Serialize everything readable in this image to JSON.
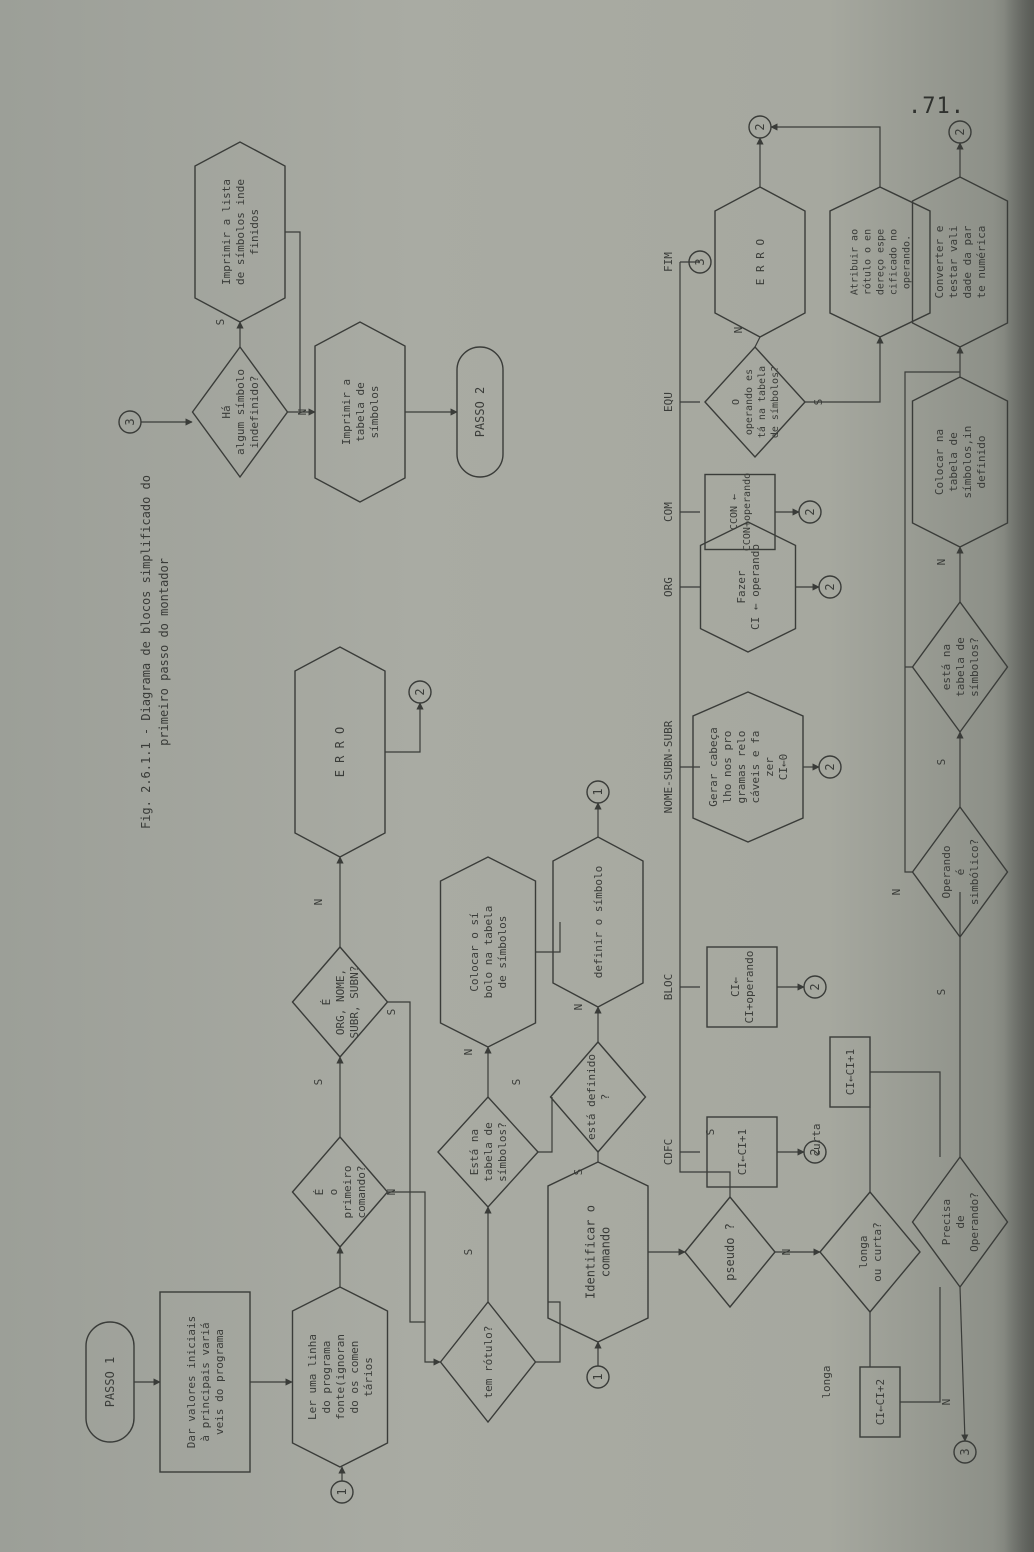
{
  "page_number": ".71.",
  "figure_caption": {
    "line1": "Fig. 2.6.1.1 - Diagrama de blocos simplificado do",
    "line2": "primeiro passo do montador"
  },
  "blocks": {
    "passo1": "PASSO 1",
    "init": [
      "Dar valores iniciais",
      "à principais   variá",
      "veis do programa"
    ],
    "ler": [
      "Ler uma linha",
      "do   programa",
      "fonte(ignoran",
      "do os comen",
      "tários"
    ],
    "primeiro": [
      "É",
      "o",
      "primeiro",
      "comando?"
    ],
    "orgnome": [
      "É",
      "ORG, NOME,",
      "SUBR, SUBN?"
    ],
    "erro1": "E R R O",
    "temrotulo": "tem rótulo?",
    "estanatabela": [
      "Está  na",
      "tabela de",
      "símbolos?"
    ],
    "colocarsimb": [
      "Colocar o sí",
      "bolo na tabela",
      "de símbolos"
    ],
    "estadefinido": [
      "está definido",
      "?"
    ],
    "definir": "definir o símbolo",
    "identificar": [
      "Identificar o",
      "comando"
    ],
    "pseudo": "pseudo ?",
    "longacurta": [
      "longa",
      "ou curta?"
    ],
    "ci2": "CI←CI+2",
    "ci1": "CI←CI+1",
    "precisa": [
      "Precisa",
      "de",
      "Operando?"
    ],
    "operando_simb": [
      "Operando",
      "é",
      "simbólico?"
    ],
    "estatab2": [
      "está  na",
      "tabela de",
      "símbolos?"
    ],
    "colocar2": [
      "Colocar na",
      "tabela  de",
      "símbolos,in",
      "definido"
    ],
    "converter": [
      "Converter e",
      "testar vali",
      "dade da par",
      "te numérica"
    ],
    "cdfc_box": "CI←CI+1",
    "bloc_box": [
      "CI←",
      "CI+operando"
    ],
    "nome_hex": [
      "Gerar cabeça",
      "lho nos pro",
      "gramas relo",
      "cáveis e fa",
      "zer",
      "CI←0"
    ],
    "org_hex": [
      "Fazer",
      "CI ← operando"
    ],
    "com_box": [
      "CCON  ←",
      "CCON+operando"
    ],
    "equ_diamond": [
      "O",
      "operando es",
      "tá na tabela",
      "de símbolos?"
    ],
    "erro2": "E R R O",
    "atribuir": [
      "Atribuir  ao",
      "rótulo o en",
      "dereço espe",
      "cificado no",
      "operando."
    ],
    "ha_algum": [
      "Há",
      "algum símbolo",
      "indefinido?"
    ],
    "imprimir_lista": [
      "Imprimir a lista",
      "de símbolos inde",
      "finidos"
    ],
    "imprimir_tabela": [
      "Imprimir  a",
      "tabela   de",
      "símbolos"
    ],
    "passo2": "PASSO  2"
  },
  "labels": {
    "s": "S",
    "n": "N",
    "longa": "longa",
    "curta": "curta",
    "cdfc": "CDFC",
    "bloc": "BLOC",
    "nome": "NOME-SUBN-SUBR",
    "org": "ORG",
    "com": "COM",
    "equ": "EQU",
    "fim": "FIM"
  },
  "connectors": {
    "c1": "1",
    "c2": "2",
    "c3": "3"
  },
  "colors": {
    "ink": "#3a3c39",
    "paper": "#a7a9a1"
  }
}
